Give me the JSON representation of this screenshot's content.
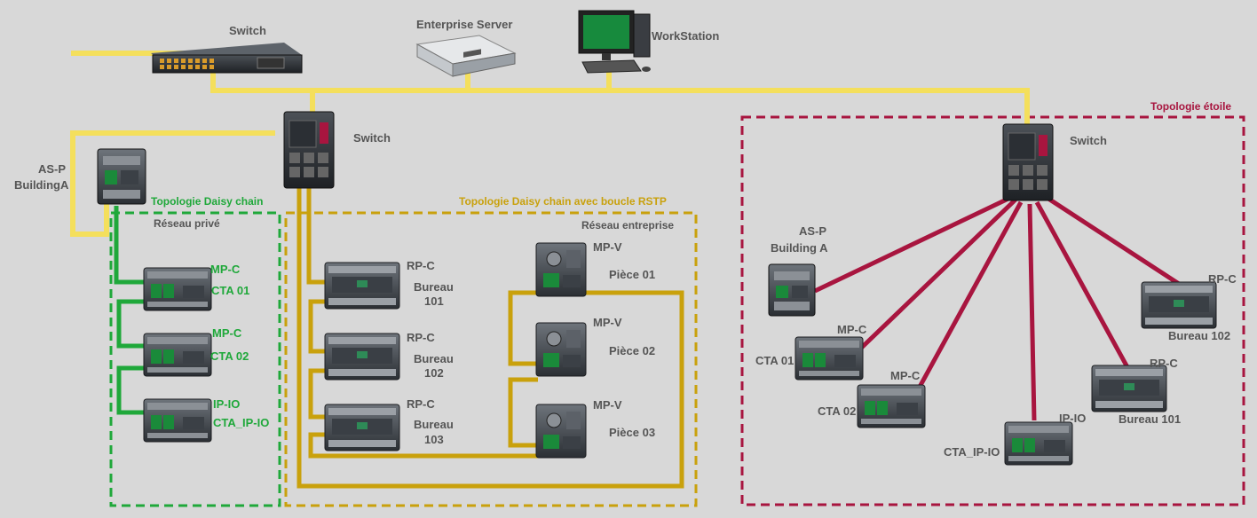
{
  "colors": {
    "background": "#d8d8d8",
    "backbone": "#f4df5c",
    "daisy_green": "#1fa83a",
    "daisy_gold": "#c9a10c",
    "star_red": "#a8153f",
    "label_gray": "#555555"
  },
  "top": {
    "switch_label": "Switch",
    "server_label": "Enterprise Server",
    "workstation_label": "WorkStation"
  },
  "left": {
    "switch_label": "Switch",
    "asp_label_line1": "AS-P",
    "asp_label_line2": "BuildingA",
    "daisy_title": "Topologie Daisy chain",
    "daisy_sub": "Réseau privé",
    "devices": [
      {
        "type": "MP-C",
        "name": "CTA 01"
      },
      {
        "type": "MP-C",
        "name": "CTA 02"
      },
      {
        "type": "IP-IO",
        "name": "CTA_IP-IO"
      }
    ]
  },
  "middle": {
    "rstp_title": "Topologie Daisy chain avec boucle RSTP",
    "rstp_sub": "Réseau entreprise",
    "rpc_devices": [
      {
        "type": "RP-C",
        "name_line1": "Bureau",
        "name_line2": "101"
      },
      {
        "type": "RP-C",
        "name_line1": "Bureau",
        "name_line2": "102"
      },
      {
        "type": "RP-C",
        "name_line1": "Bureau",
        "name_line2": "103"
      }
    ],
    "mpv_devices": [
      {
        "type": "MP-V",
        "name": "Pièce 01"
      },
      {
        "type": "MP-V",
        "name": "Pièce 02"
      },
      {
        "type": "MP-V",
        "name": "Pièce 03"
      }
    ]
  },
  "right": {
    "star_title": "Topologie étoile",
    "switch_label": "Switch",
    "asp_line1": "AS-P",
    "asp_line2": "Building A",
    "cta01_type": "MP-C",
    "cta01_name": "CTA 01",
    "cta02_type": "MP-C",
    "cta02_name": "CTA 02",
    "ipio_type": "IP-IO",
    "ipio_name": "CTA_IP-IO",
    "b101_type": "RP-C",
    "b101_name": "Bureau 101",
    "b102_type": "RP-C",
    "b102_name": "Bureau 102"
  }
}
